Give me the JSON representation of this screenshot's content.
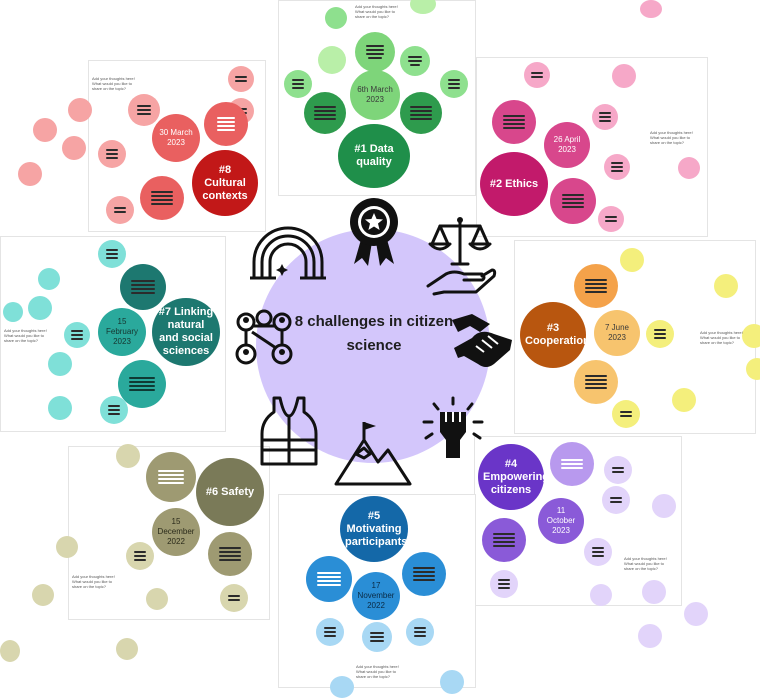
{
  "hub": {
    "title": "8 challenges in citizen science"
  },
  "challenges": [
    {
      "label": "#1 Data quality",
      "date": "6th March 2023",
      "color": "#1f8f4a",
      "light": "#8ee08e"
    },
    {
      "label": "#2 Ethics",
      "date": "26 April 2023",
      "color": "#c21a6b",
      "light": "#f6a8c8"
    },
    {
      "label": "#3 Cooperation",
      "date": "7 June 2023",
      "color": "#b8560f",
      "light": "#f4ef7c"
    },
    {
      "label": "#4 Empowering citizens",
      "date": "11 October 2023",
      "color": "#6a35c8",
      "light": "#d9c4f7"
    },
    {
      "label": "#5 Motivating participants",
      "date": "17 November 2022",
      "color": "#1468a8",
      "light": "#a8d8f4"
    },
    {
      "label": "#6 Safety",
      "date": "15 December 2022",
      "color": "#7a7a58",
      "light": "#d8d6ae"
    },
    {
      "label": "#7 Linking natural and social sciences",
      "date": "15 February 2023",
      "color": "#1d7870",
      "light": "#7fe0d8"
    },
    {
      "label": "#8 Cultural contexts",
      "date": "30 March 2023",
      "color": "#c21818",
      "light": "#f6a4a4"
    }
  ],
  "prompt_note": "Add your thoughts here! What would you like to share on the topic?",
  "icons": [
    "rosette-medal-icon",
    "balance-scale-icon",
    "handshake-icon",
    "raised-fist-icon",
    "mountain-flag-icon",
    "safety-vest-icon",
    "people-network-icon",
    "rainbow-icon"
  ]
}
